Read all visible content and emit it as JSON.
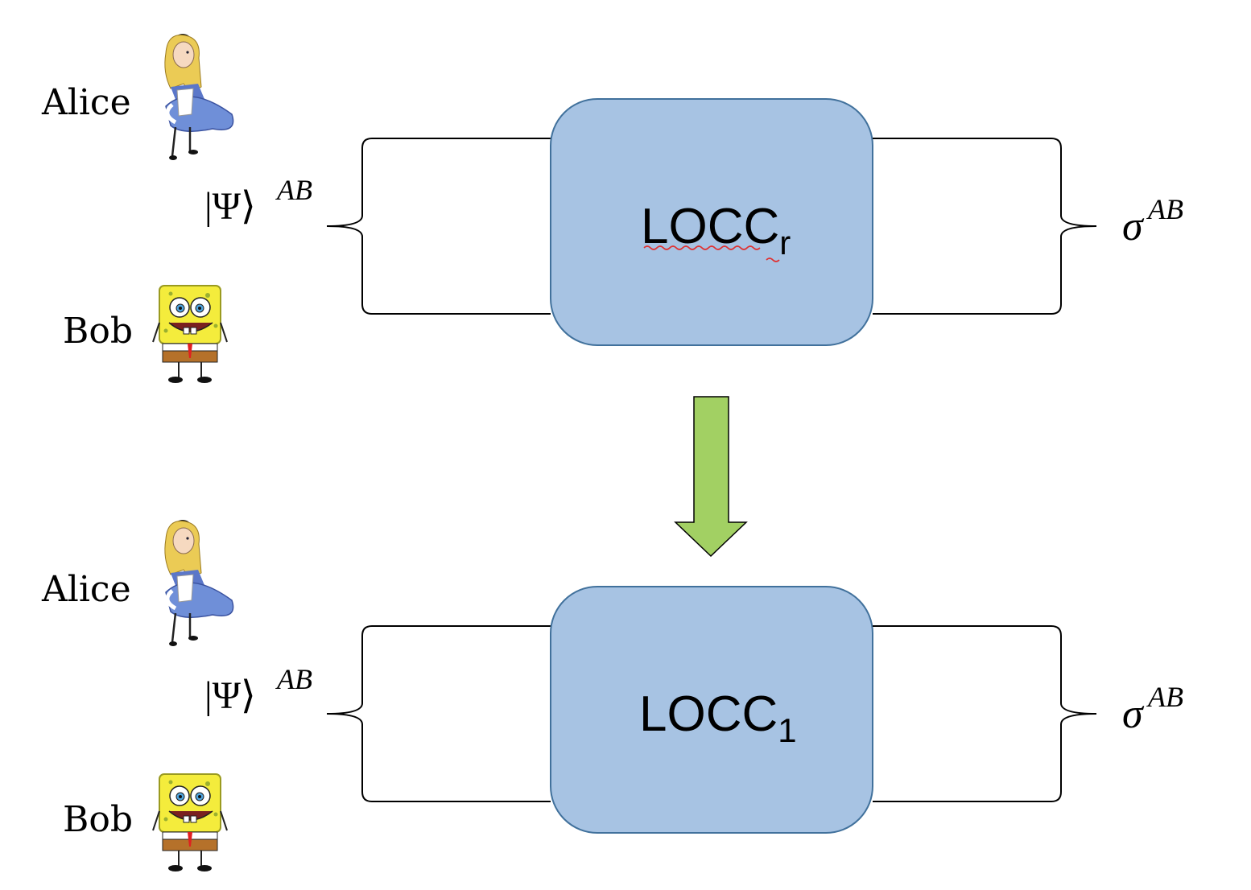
{
  "panels": [
    {
      "party_a": "Alice",
      "party_b": "Bob",
      "input_state": {
        "symbol": "|Ψ⟩",
        "superscript": "AB"
      },
      "operation": {
        "main": "LOCC",
        "subscript": "r",
        "spellcheck_underline": true
      },
      "output_state": {
        "symbol": "σ",
        "superscript": "AB"
      }
    },
    {
      "party_a": "Alice",
      "party_b": "Bob",
      "input_state": {
        "symbol": "|Ψ⟩",
        "superscript": "AB"
      },
      "operation": {
        "main": "LOCC",
        "subscript": "1",
        "spellcheck_underline": false
      },
      "output_state": {
        "symbol": "σ",
        "superscript": "AB"
      }
    }
  ],
  "colors": {
    "box_fill": "#A7C3E3",
    "box_stroke": "#41719C",
    "arrow_fill": "#A2D063",
    "arrow_stroke": "#000000",
    "spellcheck": "#E03030"
  }
}
